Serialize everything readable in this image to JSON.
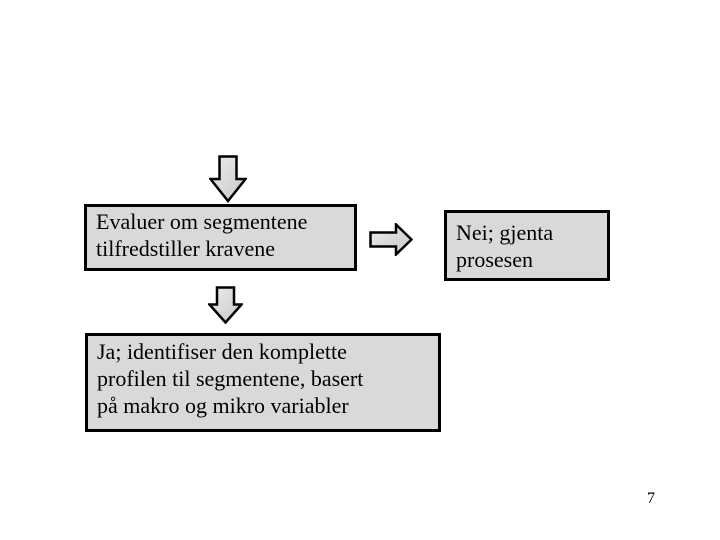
{
  "slide": {
    "page_number": "7",
    "colors": {
      "background": "#ffffff",
      "box_fill": "#d9d9d9",
      "box_border": "#000000",
      "arrow_fill_light": "#ececec",
      "arrow_fill_dark": "#c8c8c8",
      "arrow_outline": "#000000",
      "text": "#000000"
    },
    "flowchart": {
      "evaluate_box": {
        "lines": [
          "Evaluer om segmentene",
          "tilfredstiller kravene"
        ]
      },
      "no_box": {
        "lines": [
          "Nei; gjenta",
          "prosesen"
        ]
      },
      "yes_box": {
        "lines": [
          "Ja; identifiser den komplette",
          "profilen til segmentene, basert",
          "på makro og mikro variabler"
        ]
      },
      "arrows": [
        {
          "name": "down-block-arrow-top"
        },
        {
          "name": "right-block-arrow-branch"
        },
        {
          "name": "down-block-arrow-yes"
        }
      ]
    }
  }
}
